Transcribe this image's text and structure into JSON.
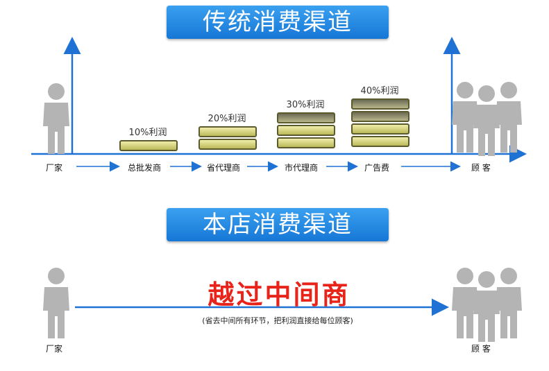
{
  "traditional": {
    "title": "传统消费渠道",
    "nodes": [
      "厂家",
      "总批发商",
      "省代理商",
      "市代理商",
      "广告费",
      "顾 客"
    ],
    "profits": [
      "10%利润",
      "20%利润",
      "30%利润",
      "40%利润"
    ]
  },
  "store": {
    "title": "本店消费渠道",
    "start": "厂家",
    "end": "顾 客",
    "bypass": "越过中间商",
    "note": "(省去中间所有环节，把利润直接给每位顾客)"
  },
  "colors": {
    "banner": "#1d86e0",
    "axis": "#1f72d3",
    "bypass": "#e8241a",
    "person": "#b4b4b4"
  }
}
